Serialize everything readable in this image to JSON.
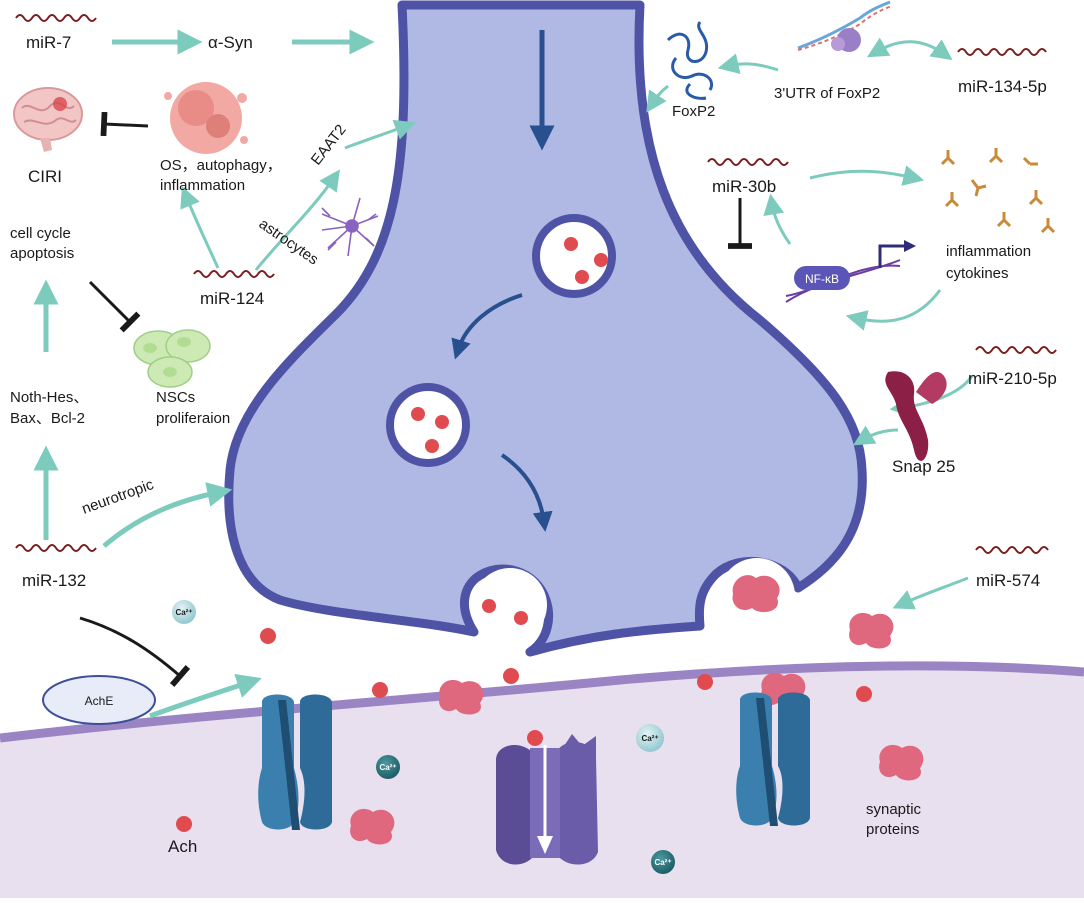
{
  "labels": {
    "mir7": "miR-7",
    "asyn": "α-Syn",
    "cirri": "CIRI",
    "os_line1": "OS，autophagy，",
    "os_line2": "inflammation",
    "eaat2": "EAAT2",
    "astrocytes": "astrocytes",
    "cellcycle_line1": "cell cycle",
    "cellcycle_line2": "apoptosis",
    "mir124": "miR-124",
    "noth_line1": "Noth-Hes、",
    "noth_line2": "Bax、Bcl-2",
    "nsc_line1": "NSCs",
    "nsc_line2": "proliferaion",
    "neurotropic": "neurotropic",
    "mir132": "miR-132",
    "ache": "AchE",
    "ach": "Ach",
    "foxp2": "FoxP2",
    "utr": "3'UTR of FoxP2",
    "mir134": "miR-134-5p",
    "mir30b": "miR-30b",
    "nfkb": "NF-κB",
    "infl_line1": "inflammation",
    "infl_line2": "cytokines",
    "mir210": "miR-210-5p",
    "snap25": "Snap 25",
    "mir574": "miR-574",
    "syn_line1": "synaptic",
    "syn_line2": "proteins",
    "ca": "Ca²⁺"
  },
  "colors": {
    "neuron_fill": "#b0b9e3",
    "neuron_stroke": "#4f53a6",
    "arrow_teal": "#7ccbbd",
    "arrow_blue": "#28508e",
    "vesicle_dot": "#e04b4f",
    "membrane_fill": "#e3dbec",
    "membrane_stroke": "#9b84c4",
    "channel_blue": "#3a7fad",
    "channel_purple": "#6a5ca8",
    "protein_pink": "#e0687e",
    "mirna_wave": "#7a1e1e"
  }
}
